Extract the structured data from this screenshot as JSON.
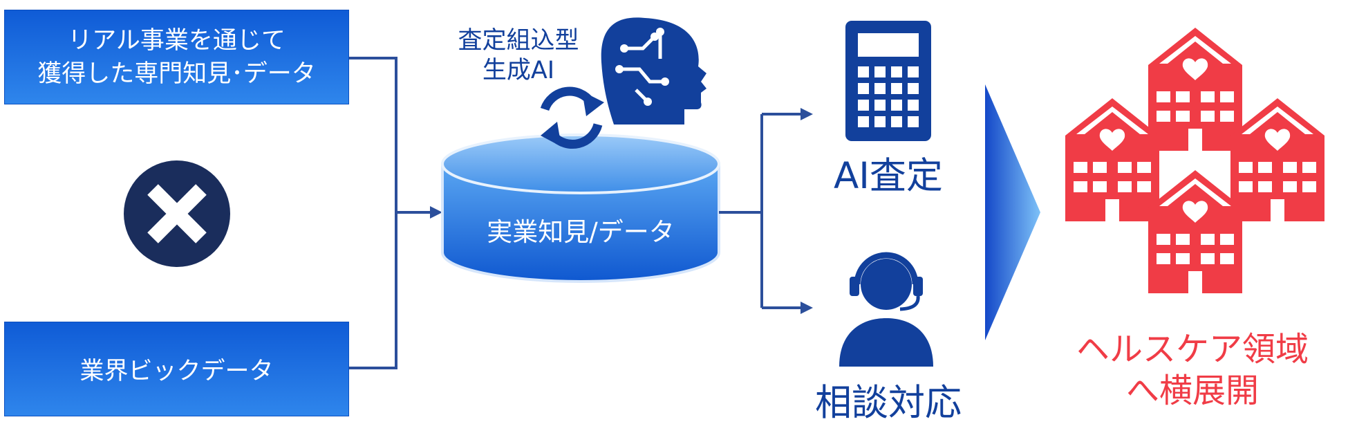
{
  "sources": {
    "line1": "リアル事業を通じて",
    "line2": "獲得した専門知見･データ",
    "bigdata": "業界ビックデータ"
  },
  "ai_model": {
    "line1": "査定組込型",
    "line2": "生成AI"
  },
  "database": {
    "label": "実業知見/データ"
  },
  "outputs": {
    "assessment": "AI査定",
    "consultation": "相談対応"
  },
  "expansion": {
    "line1": "ヘルスケア領域",
    "line2": "へ横展開"
  },
  "colors": {
    "blue": "#12409c",
    "navy": "#1a2d5c",
    "red": "#f03c46",
    "box": "#1f6fe0"
  }
}
